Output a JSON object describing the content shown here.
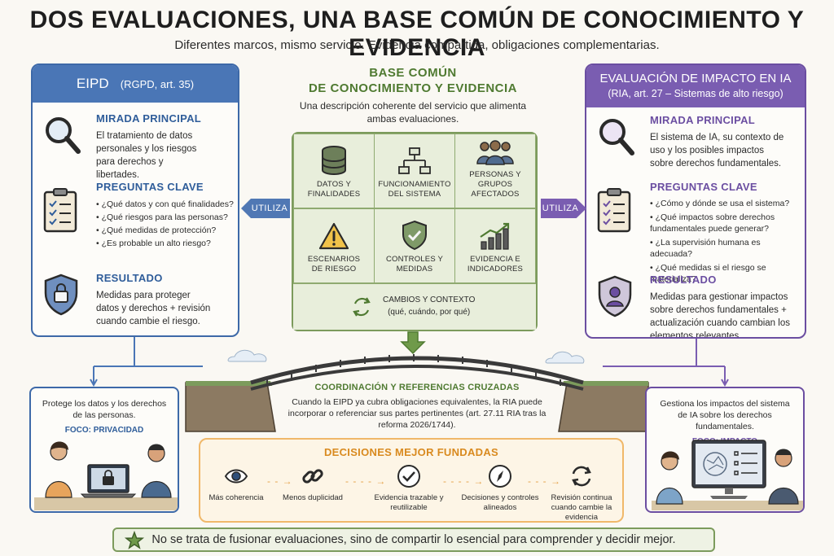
{
  "header": {
    "title": "DOS EVALUACIONES, UNA BASE COMÚN DE CONOCIMIENTO Y EVIDENCIA",
    "subtitle": "Diferentes marcos, mismo servicio.  Evidencia compartida, obligaciones complementarias."
  },
  "left": {
    "title": "EIPD",
    "title_ref": "(RGPD, art. 35)",
    "focus_title": "MIRADA PRINCIPAL",
    "focus_text": "El tratamiento de datos personales y los riesgos para derechos y libertades.",
    "questions_title": "PREGUNTAS CLAVE",
    "questions": [
      "• ¿Qué datos y con qué finalidades?",
      "• ¿Qué riesgos para las personas?",
      "• ¿Qué medidas de protección?",
      "• ¿Es probable un alto riesgo?"
    ],
    "result_title": "RESULTADO",
    "result_text": "Medidas para proteger datos y derechos + revisión cuando cambie el riesgo.",
    "box_text": "Protege los datos y los derechos de las personas.",
    "box_focus": "FOCO: PRIVACIDAD"
  },
  "right": {
    "title": "EVALUACIÓN DE IMPACTO EN IA",
    "title_ref": "(RIA, art. 27 – Sistemas de alto riesgo)",
    "focus_title": "MIRADA PRINCIPAL",
    "focus_text": "El sistema de IA, su contexto de uso y los posibles impactos sobre derechos fundamentales.",
    "questions_title": "PREGUNTAS CLAVE",
    "questions": [
      "• ¿Cómo y dónde se usa el sistema?",
      "• ¿Qué impactos sobre derechos fundamentales puede generar?",
      "• ¿La supervisión humana es adecuada?",
      "• ¿Qué medidas si el riesgo se materializa?"
    ],
    "result_title": "RESULTADO",
    "result_text": "Medidas para gestionar impactos sobre derechos fundamentales + actualización cuando cambian los elementos relevantes.",
    "box_text": "Gestiona los impactos del sistema de IA sobre los derechos fundamentales.",
    "box_focus": "FOCO: IMPACTO"
  },
  "center": {
    "title_1": "BASE COMÚN",
    "title_2": "DE CONOCIMIENTO Y EVIDENCIA",
    "subtitle": "Una descripción coherente del servicio que alimenta ambas evaluaciones.",
    "pieces": [
      {
        "label_1": "DATOS Y",
        "label_2": "FINALIDADES",
        "icon": "database-icon"
      },
      {
        "label_1": "FUNCIONAMIENTO",
        "label_2": "DEL SISTEMA",
        "icon": "flowchart-icon"
      },
      {
        "label_1": "PERSONAS Y",
        "label_2": "GRUPOS AFECTADOS",
        "icon": "people-icon"
      },
      {
        "label_1": "ESCENARIOS",
        "label_2": "DE RIESGO",
        "icon": "warning-icon"
      },
      {
        "label_1": "CONTROLES Y",
        "label_2": "MEDIDAS",
        "icon": "shield-check-icon"
      },
      {
        "label_1": "EVIDENCIA E",
        "label_2": "INDICADORES",
        "icon": "bar-chart-icon"
      }
    ],
    "changes_label": "CAMBIOS Y CONTEXTO",
    "changes_sub": "(qué, cuándo, por qué)"
  },
  "arrows": {
    "left_label": "UTILIZA",
    "right_label": "UTILIZA"
  },
  "coordination": {
    "title": "COORDINACIÓN Y REFERENCIAS CRUZADAS",
    "text": "Cuando la EIPD ya cubra obligaciones equivalentes, la RIA puede incorporar o referenciar sus partes pertinentes (art. 27.11 RIA tras la reforma 2026/1744)."
  },
  "decisions": {
    "title": "DECISIONES MEJOR FUNDADAS",
    "items": [
      {
        "label": "Más coherencia",
        "icon": "eye-icon"
      },
      {
        "label": "Menos duplicidad",
        "icon": "link-icon"
      },
      {
        "label": "Evidencia trazable y reutilizable",
        "icon": "check-circle-icon"
      },
      {
        "label": "Decisiones y controles alineados",
        "icon": "compass-icon"
      },
      {
        "label": "Revisión continua cuando cambie la evidencia",
        "icon": "refresh-icon"
      }
    ]
  },
  "footer": {
    "text": "No se trata de fusionar evaluaciones, sino de compartir lo esencial para comprender y decidir mejor."
  },
  "colors": {
    "blue": "#4a76b6",
    "purple": "#7a5db1",
    "green": "#4f7a31",
    "orange": "#d98a1f"
  }
}
